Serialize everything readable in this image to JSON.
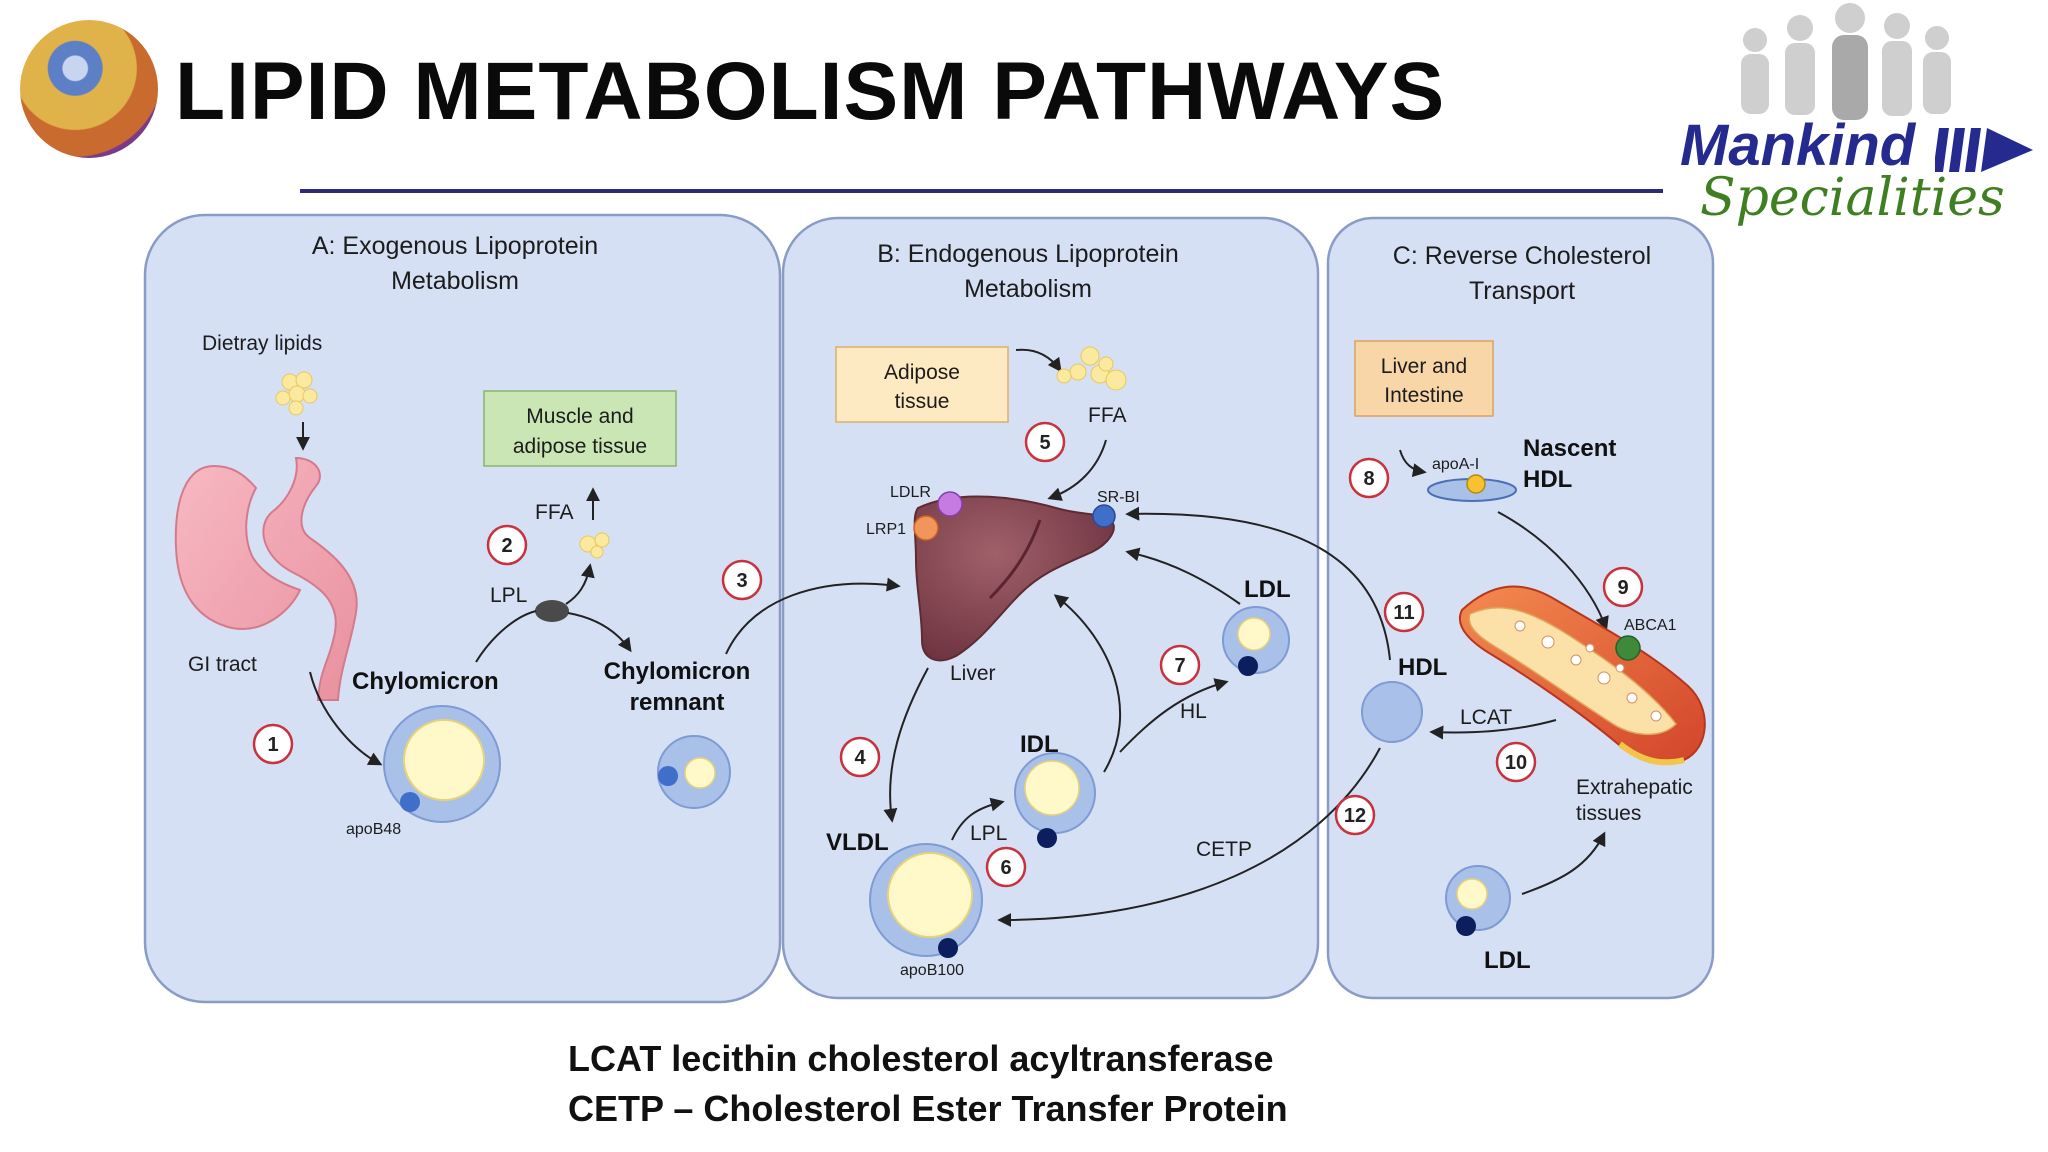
{
  "title": "LIPID METABOLISM PATHWAYS",
  "brand": {
    "line1": "Mankind",
    "line2": "Specialities"
  },
  "panels": {
    "a": {
      "title_line1": "A: Exogenous Lipoprotein",
      "title_line2": "Metabolism"
    },
    "b": {
      "title_line1": "B: Endogenous Lipoprotein",
      "title_line2": "Metabolism"
    },
    "c": {
      "title_line1": "C: Reverse Cholesterol",
      "title_line2": "Transport"
    }
  },
  "labels": {
    "dietary_lipids": "Dietray lipids",
    "gi_tract": "GI tract",
    "chylomicron": "Chylomicron",
    "apob48": "apoB48",
    "muscle_line1": "Muscle and",
    "muscle_line2": "adipose tissue",
    "ffa_a": "FFA",
    "lpl_a": "LPL",
    "remnant_line1": "Chylomicron",
    "remnant_line2": "remnant",
    "adipose_line1": "Adipose",
    "adipose_line2": "tissue",
    "ffa_b": "FFA",
    "ldlr": "LDLR",
    "lrp1": "LRP1",
    "srbi": "SR-BI",
    "liver": "Liver",
    "ldl_b": "LDL",
    "hl": "HL",
    "idl": "IDL",
    "vldl": "VLDL",
    "lpl_b": "LPL",
    "apob100": "apoB100",
    "cetp": "CETP",
    "liver_int_line1": "Liver and",
    "liver_int_line2": "Intestine",
    "nascent_line1": "Nascent",
    "nascent_line2": "HDL",
    "apoa1": "apoA-I",
    "abca1": "ABCA1",
    "hdl": "HDL",
    "lcat": "LCAT",
    "extra_line1": "Extrahepatic",
    "extra_line2": "tissues",
    "ldl_c": "LDL"
  },
  "steps": [
    "1",
    "2",
    "3",
    "4",
    "5",
    "6",
    "7",
    "8",
    "9",
    "10",
    "11",
    "12"
  ],
  "definitions": [
    "LCAT  lecithin cholesterol acyltransferase",
    "CETP – Cholesterol Ester Transfer Protein"
  ],
  "colors": {
    "panel_fill": "#d6e0f4",
    "panel_stroke": "#8a9cc6",
    "particle_fill": "#a9c0e8",
    "core_fill": "#fff8c8",
    "apo_dark": "#0d1e5e",
    "apo_blue": "#3f6fc8",
    "step_ring": "#c8323c",
    "muscle_box": "#c9e6b4",
    "adipose_box": "#fde9c2",
    "liver_box": "#f9d6a8",
    "liver": "#8a4a55"
  }
}
